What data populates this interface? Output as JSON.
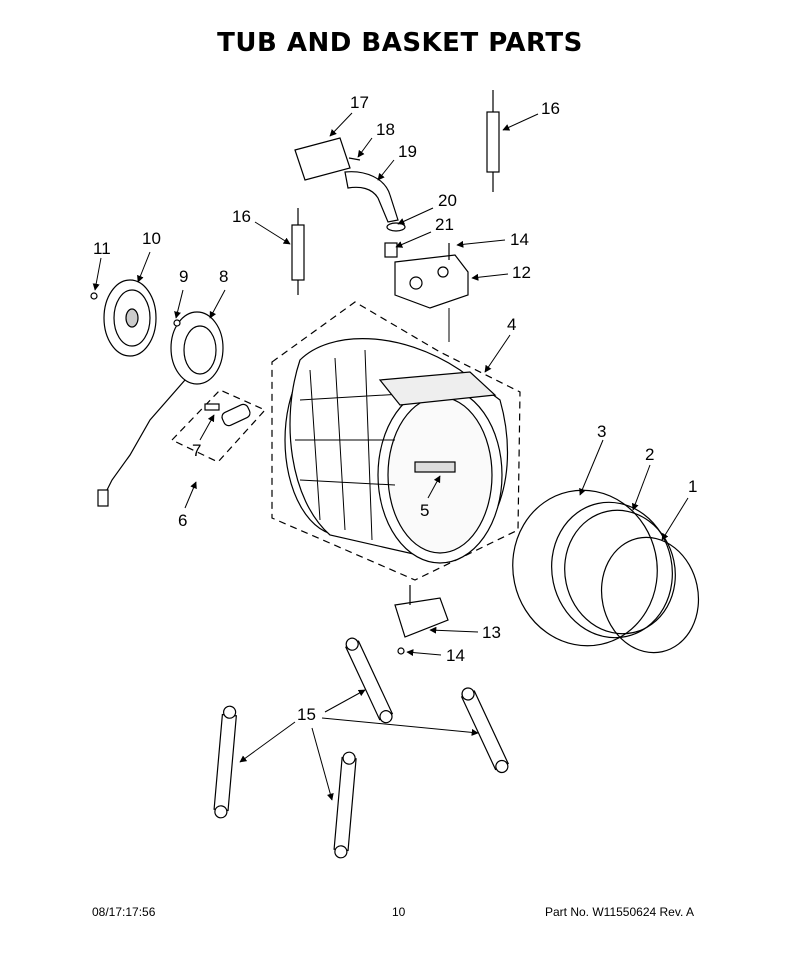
{
  "page": {
    "title": "TUB AND BASKET PARTS"
  },
  "callouts": [
    "1",
    "2",
    "3",
    "4",
    "5",
    "6",
    "7",
    "8",
    "9",
    "10",
    "11",
    "12",
    "13",
    "14",
    "14",
    "15",
    "16",
    "16",
    "17",
    "18",
    "19",
    "20",
    "21"
  ],
  "footer": {
    "date": "08/17:17:56",
    "page_number": "10",
    "part_number": "Part No.  W11550624  Rev.  A"
  }
}
